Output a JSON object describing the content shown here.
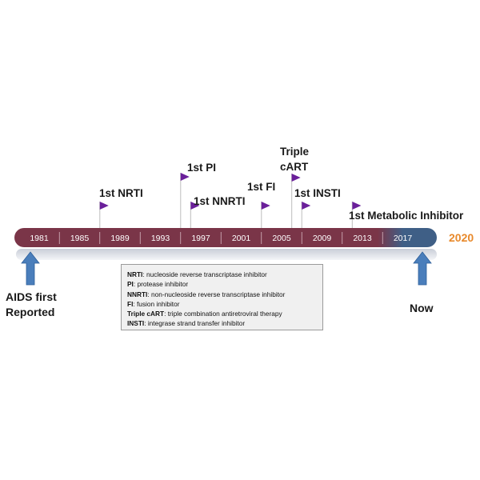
{
  "timeline": {
    "years": [
      "1981",
      "1985",
      "1989",
      "1993",
      "1997",
      "2001",
      "2005",
      "2009",
      "2013",
      "2017"
    ],
    "current_year": "2020",
    "colors": {
      "bar": "#7a3548",
      "bar_end": "#3f5f86",
      "flag": "#6a1f9a",
      "arrow": "#4a7ebb",
      "current_year": "#e8892b",
      "text": "#1a1a1a"
    }
  },
  "milestones": [
    {
      "label_lines": [
        "1st NRTI"
      ],
      "year": 1987
    },
    {
      "label_lines": [
        "1st PI"
      ],
      "year": 1995
    },
    {
      "label_lines": [
        "1st NNRTI"
      ],
      "year": 1996
    },
    {
      "label_lines": [
        "1st FI"
      ],
      "year": 2003
    },
    {
      "label_lines": [
        "Triple",
        "cART"
      ],
      "year": 2006
    },
    {
      "label_lines": [
        "1st INSTI"
      ],
      "year": 2007
    },
    {
      "label_lines": [
        "1st Metabolic Inhibitor"
      ],
      "year": 2012
    }
  ],
  "markers": {
    "start": {
      "label_lines": [
        "AIDS first",
        "Reported"
      ]
    },
    "end": {
      "label_lines": [
        "Now"
      ]
    }
  },
  "legend": [
    {
      "term": "NRTI",
      "definition": ": nucleoside reverse transcriptase inhibitor"
    },
    {
      "term": "PI",
      "definition": ": protease inhibitor"
    },
    {
      "term": "NNRTI",
      "definition": ": non-nucleoside reverse transcriptase inhibitor"
    },
    {
      "term": "FI",
      "definition": ": fusion inhibitor"
    },
    {
      "term": "Triple cART",
      "definition": ": triple combination antiretroviral therapy"
    },
    {
      "term": "INSTI",
      "definition": ": integrase strand transfer inhibitor"
    }
  ]
}
